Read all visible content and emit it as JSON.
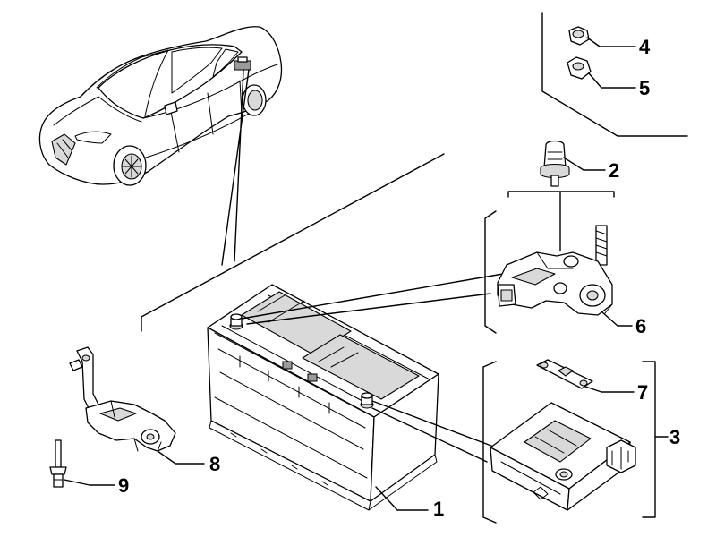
{
  "callouts": {
    "c1": "1",
    "c2": "2",
    "c3": "3",
    "c4": "4",
    "c5": "5",
    "c6": "6",
    "c7": "7",
    "c8": "8",
    "c9": "9"
  },
  "icons": {
    "car": "car-illustration-icon",
    "battery": "battery-icon",
    "terminal_cap": "terminal-cap-icon",
    "nut": "nut-icon",
    "terminal_clamp": "terminal-clamp-icon",
    "fuse_link": "fuse-link-icon",
    "fuse_box": "fuse-box-icon",
    "bracket": "battery-bracket-icon",
    "rivet": "rivet-icon"
  },
  "colors": {
    "line": "#000000",
    "background": "#ffffff",
    "shade": "#d9d9d9"
  }
}
